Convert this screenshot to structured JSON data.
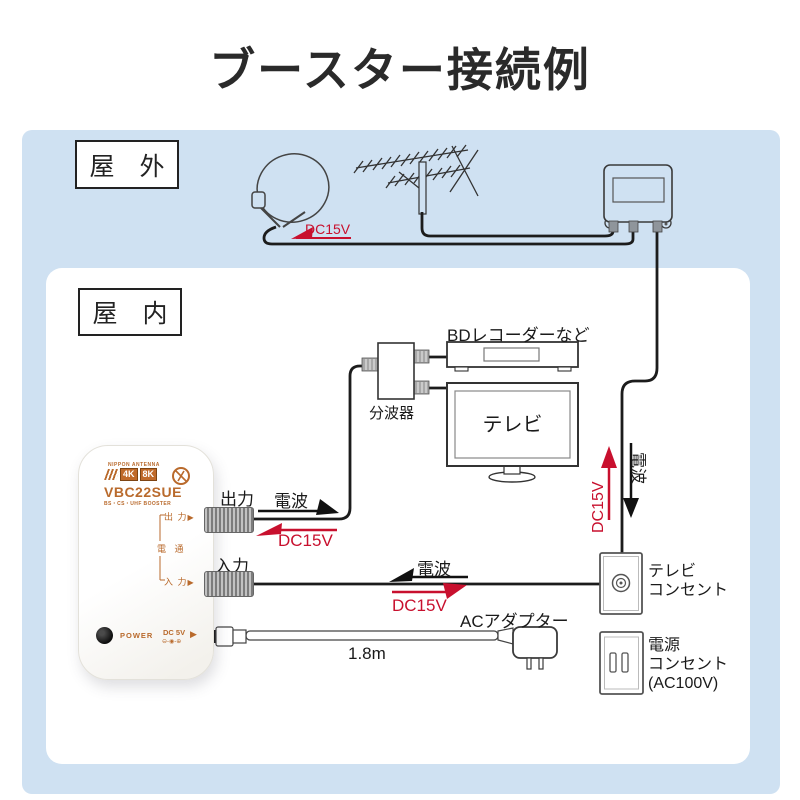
{
  "title": "ブースター接続例",
  "sections": {
    "outdoor": "屋　外",
    "indoor": "屋　内"
  },
  "labels": {
    "bd_recorder": "BDレコーダーなど",
    "tv": "テレビ",
    "splitter": "分波器",
    "tv_outlet_line1": "テレビ",
    "tv_outlet_line2": "コンセント",
    "power_outlet_line1": "電源",
    "power_outlet_line2": "コンセント",
    "power_outlet_line3": "(AC100V)",
    "ac_adapter": "ACアダプター",
    "cable_length": "1.8m",
    "output": "出力",
    "input": "入力",
    "signal": "電波",
    "dc15v": "DC15V"
  },
  "booster": {
    "brand": "NIPPON ANTENNA",
    "badge_4k": "4K",
    "badge_8k": "8K",
    "model": "VBC22SUE",
    "subtitle": "BS・CS・UHF BOOSTER",
    "panel_output": "出 力",
    "panel_power_pass": "電 通",
    "panel_input": "入 力",
    "arrow": "▶",
    "power_led": "POWER",
    "dc_port": "DC 5V",
    "dc_polarity": "⊖-◉-⊕"
  },
  "colors": {
    "background_blue": "#cfe1f2",
    "accent_red": "#c8102e",
    "device_orange": "#b96a2c",
    "line_dark": "#1a1a1a"
  }
}
